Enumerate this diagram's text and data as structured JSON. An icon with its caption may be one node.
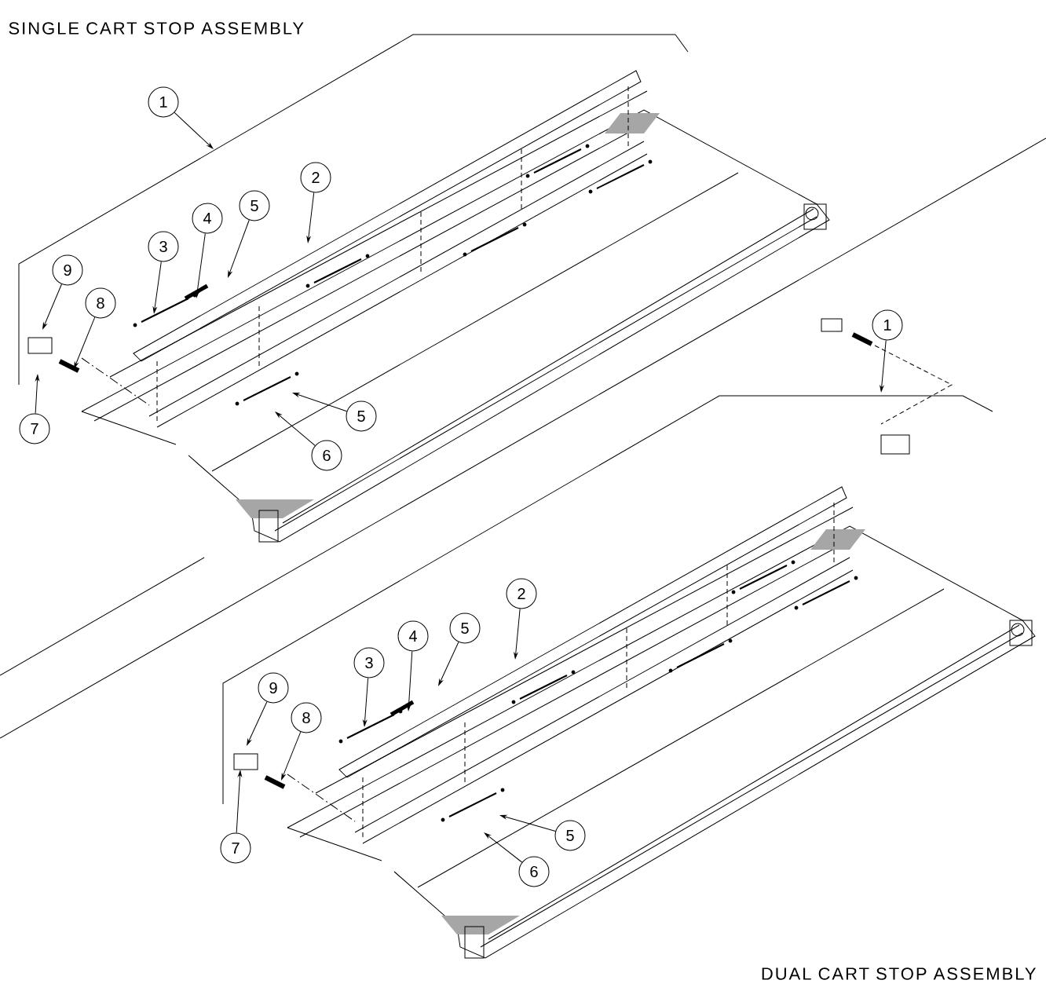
{
  "diagram": {
    "nodes": [
      {
        "text": [
          "1"
        ]
      },
      {
        "text": [
          "2"
        ]
      },
      {
        "text": [
          "3"
        ]
      },
      {
        "text": [
          "4"
        ]
      },
      {
        "text": [
          "5"
        ]
      },
      {
        "text": [
          "9"
        ]
      },
      {
        "text": [
          "8"
        ]
      },
      {
        "text": [
          "7"
        ]
      },
      {
        "text": [
          "5"
        ]
      },
      {
        "text": [
          "6"
        ]
      },
      {
        "text": [
          "1"
        ]
      },
      {
        "text": [
          "2"
        ]
      },
      {
        "text": [
          "3"
        ]
      },
      {
        "text": [
          "4"
        ]
      },
      {
        "text": [
          "5"
        ]
      },
      {
        "text": [
          "9"
        ]
      },
      {
        "text": [
          "8"
        ]
      },
      {
        "text": [
          "7"
        ]
      },
      {
        "text": [
          "5"
        ]
      },
      {
        "text": [
          "6"
        ]
      }
    ],
    "edges": [
      {
        "from": 0,
        "to": null,
        "arrow": "to"
      },
      {
        "from": 1,
        "to": null,
        "arrow": "to"
      },
      {
        "from": 2,
        "to": null,
        "arrow": "to"
      },
      {
        "from": 3,
        "to": null,
        "arrow": "to"
      },
      {
        "from": 4,
        "to": null,
        "arrow": "to"
      },
      {
        "from": 5,
        "to": null,
        "arrow": "to"
      },
      {
        "from": 6,
        "to": null,
        "arrow": "to"
      },
      {
        "from": 7,
        "to": null,
        "arrow": "to"
      },
      {
        "from": 8,
        "to": null,
        "arrow": "to"
      },
      {
        "from": 9,
        "to": null,
        "arrow": "to"
      },
      {
        "from": 10,
        "to": null,
        "arrow": "to"
      },
      {
        "from": 11,
        "to": null,
        "arrow": "to"
      },
      {
        "from": 12,
        "to": null,
        "arrow": "to"
      },
      {
        "from": 13,
        "to": null,
        "arrow": "to"
      },
      {
        "from": 14,
        "to": null,
        "arrow": "to"
      },
      {
        "from": 15,
        "to": null,
        "arrow": "to"
      },
      {
        "from": 16,
        "to": null,
        "arrow": "to"
      },
      {
        "from": 17,
        "to": null,
        "arrow": "to"
      },
      {
        "from": 18,
        "to": null,
        "arrow": "to"
      },
      {
        "from": 19,
        "to": null,
        "arrow": "to"
      }
    ],
    "labels": [
      "SINGLE CART STOP ASSEMBLY",
      "DUAL CART STOP ASSEMBLY"
    ]
  }
}
